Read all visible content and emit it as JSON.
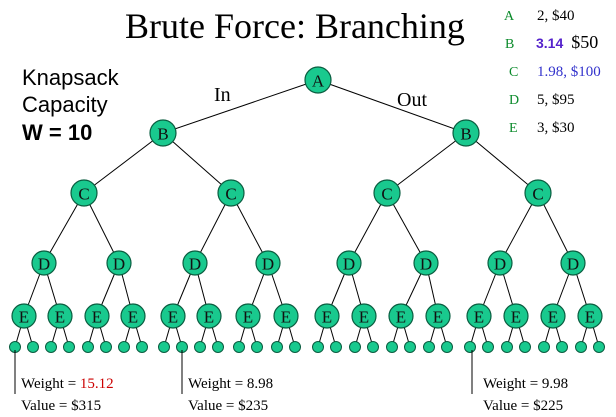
{
  "title": "Brute Force: Branching",
  "capacity": {
    "line1": "Knapsack",
    "line2": "Capacity",
    "line3": "W  =  10"
  },
  "branch_labels": {
    "in": "In",
    "out": "Out"
  },
  "legend": [
    {
      "key": "A",
      "weight": "2",
      "value": "$40",
      "text": "2, $40",
      "highlight": false
    },
    {
      "key": "B",
      "weight": "3.14",
      "value": "$50",
      "highlight": true
    },
    {
      "key": "C",
      "text": "1.98, $100",
      "highlight": "blue"
    },
    {
      "key": "D",
      "text": "5, $95",
      "highlight": false
    },
    {
      "key": "E",
      "text": "3, $30",
      "highlight": false
    }
  ],
  "tree": {
    "levels": [
      "A",
      "B",
      "C",
      "D",
      "E"
    ]
  },
  "results": [
    {
      "weight_label": "Weight = ",
      "weight": "15.12",
      "weight_color": "#cc0000",
      "value_label": "Value = ",
      "value": "$315"
    },
    {
      "weight_label": "Weight = ",
      "weight": "8.98",
      "weight_color": "#000000",
      "value_label": "Value = ",
      "value": "$235"
    },
    {
      "weight_label": "Weight = ",
      "weight": "9.98",
      "weight_color": "#000000",
      "value_label": "Value = ",
      "value": "$225"
    }
  ],
  "colors": {
    "node_fill": "#19c98e",
    "legend_key": "#0a8a2a",
    "highlight_blue": "#3333cc",
    "highlight_purple": "#5522cc",
    "overweight_red": "#cc0000"
  }
}
